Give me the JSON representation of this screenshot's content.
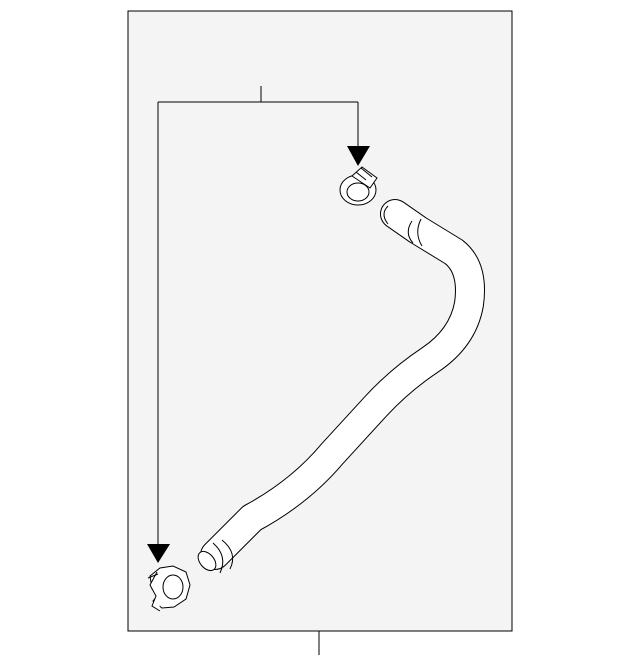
{
  "diagram": {
    "colors": {
      "panel_fill": "#f4f4f4",
      "line": "#000000",
      "part_fill": "#ffffff"
    },
    "parts": [
      {
        "id": "hose",
        "icon": "hose-icon"
      },
      {
        "id": "upper-clamp",
        "icon": "hose-clamp-icon"
      },
      {
        "id": "lower-clamp",
        "icon": "hose-clamp-icon"
      }
    ]
  }
}
